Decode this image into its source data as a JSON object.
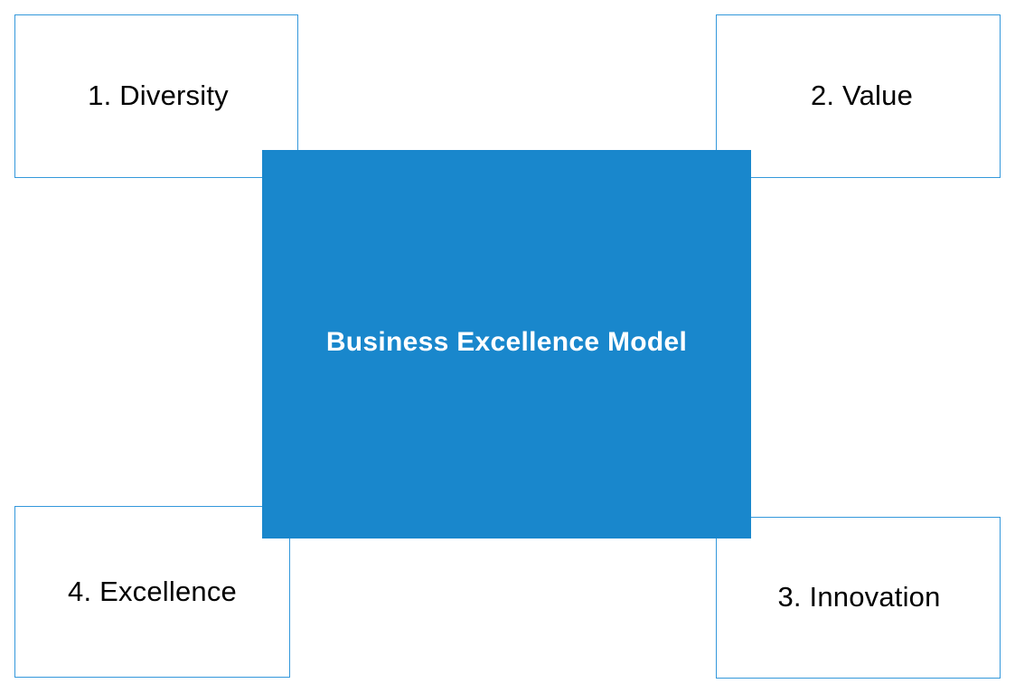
{
  "diagram": {
    "type": "center-satellite",
    "background_color": "#ffffff",
    "center": {
      "label": "Business Excellence Model",
      "fill_color": "#1987cc",
      "text_color": "#ffffff"
    },
    "nodes": [
      {
        "id": "diversity",
        "number": "1",
        "label": "1. Diversity",
        "position": "top-left",
        "border_color": "#3498db",
        "fill_color": "#ffffff",
        "text_color": "#000000"
      },
      {
        "id": "value",
        "number": "2",
        "label": "2. Value",
        "position": "top-right",
        "border_color": "#3498db",
        "fill_color": "#ffffff",
        "text_color": "#000000"
      },
      {
        "id": "innovation",
        "number": "3",
        "label": "3. Innovation",
        "position": "bottom-right",
        "border_color": "#3498db",
        "fill_color": "#ffffff",
        "text_color": "#000000"
      },
      {
        "id": "excellence",
        "number": "4",
        "label": "4. Excellence",
        "position": "bottom-left",
        "border_color": "#3498db",
        "fill_color": "#ffffff",
        "text_color": "#000000"
      }
    ]
  }
}
